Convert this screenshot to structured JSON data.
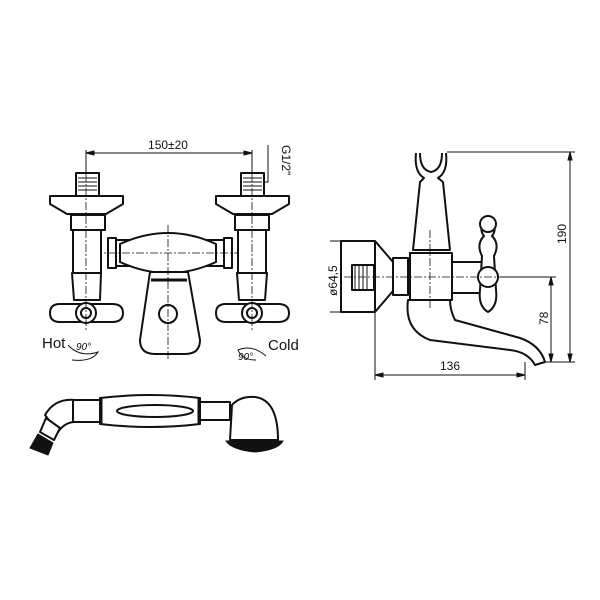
{
  "front_view": {
    "spacing_dimension": "150±20",
    "thread_label": "G1/2\"",
    "hot_label": "Hot",
    "cold_label": "Cold",
    "hot_rotation": "90°",
    "cold_rotation": "90°"
  },
  "side_view": {
    "flange_diameter": "ø64,5",
    "height_dimension": "190",
    "spout_height_dimension": "78",
    "projection_dimension": "136"
  },
  "colors": {
    "line": "#111111",
    "background": "#ffffff"
  }
}
